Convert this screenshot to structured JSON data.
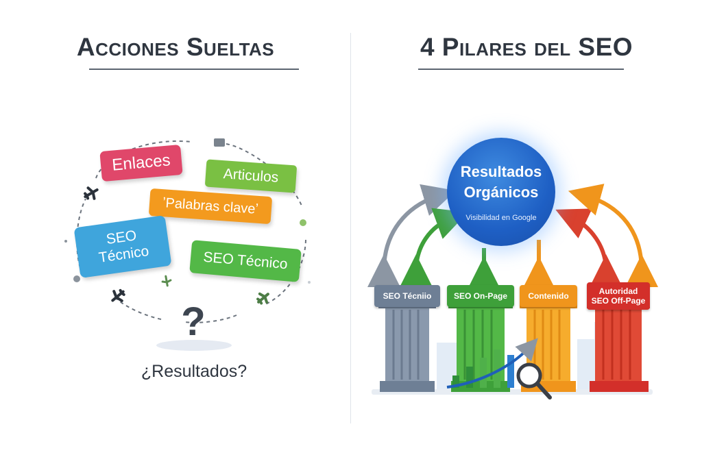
{
  "left_panel": {
    "title": "Acciones Sueltas",
    "tags": {
      "enlaces": "Enlaces",
      "articulos": "Articulos",
      "palabras": "ʼPalabras claveʼ",
      "seo_tecnico_1_line1": "SEO",
      "seo_tecnico_1_line2": "Técnico",
      "seo_tecnico_2": "SEO Técnico"
    },
    "question_mark": "?",
    "footer": "¿Resultados?"
  },
  "right_panel": {
    "title": "4 Pilares del SEO",
    "hub": {
      "title_line1": "Resultados",
      "title_line2": "Orgánicos",
      "subtitle": "Visibilidad en Google"
    },
    "pillars": [
      {
        "label_line1": "SEO Técniio",
        "label_line2": "",
        "color": "#6e7f95"
      },
      {
        "label_line1": "SEO On-Page",
        "label_line2": "",
        "color": "#3ea03a"
      },
      {
        "label_line1": "Contenido",
        "label_line2": "",
        "color": "#f0951c"
      },
      {
        "label_line1": "Autoridad",
        "label_line2": "SEO Off-Page",
        "color": "#d32f2a"
      }
    ]
  },
  "colors": {
    "enlaces": "#e0476a",
    "articulos": "#7ac043",
    "palabras": "#f39a1e",
    "seo_blue": "#3fa5dc",
    "seo_green": "#53b847",
    "hub": "#1e5fc4",
    "arrow_gray": "#8c96a3",
    "arrow_green": "#3ea03a",
    "arrow_orange": "#f0951c",
    "arrow_red": "#d9412e"
  }
}
